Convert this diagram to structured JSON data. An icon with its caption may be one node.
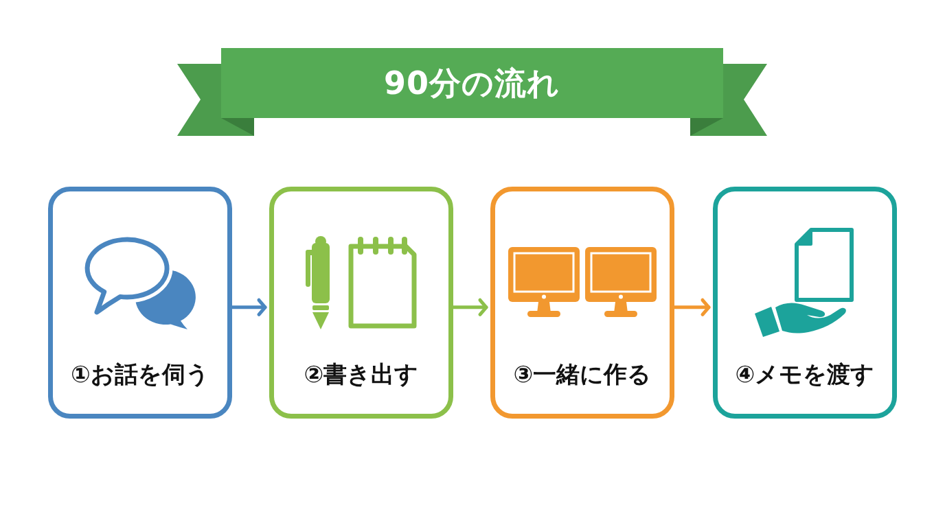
{
  "diagram": {
    "title": "90分の流れ",
    "nodes": [
      {
        "text": [
          "①お話を伺う"
        ]
      },
      {
        "text": [
          "②書き出す"
        ]
      },
      {
        "text": [
          "③一緒に作る"
        ]
      },
      {
        "text": [
          "④メモを渡す"
        ]
      }
    ],
    "edges": [
      {
        "from": 0,
        "to": 1,
        "arrow": "to",
        "color": "#4a86c0"
      },
      {
        "from": 1,
        "to": 2,
        "arrow": "to",
        "color": "#8cc04a"
      },
      {
        "from": 2,
        "to": 3,
        "arrow": "to",
        "color": "#f2982f"
      }
    ]
  }
}
